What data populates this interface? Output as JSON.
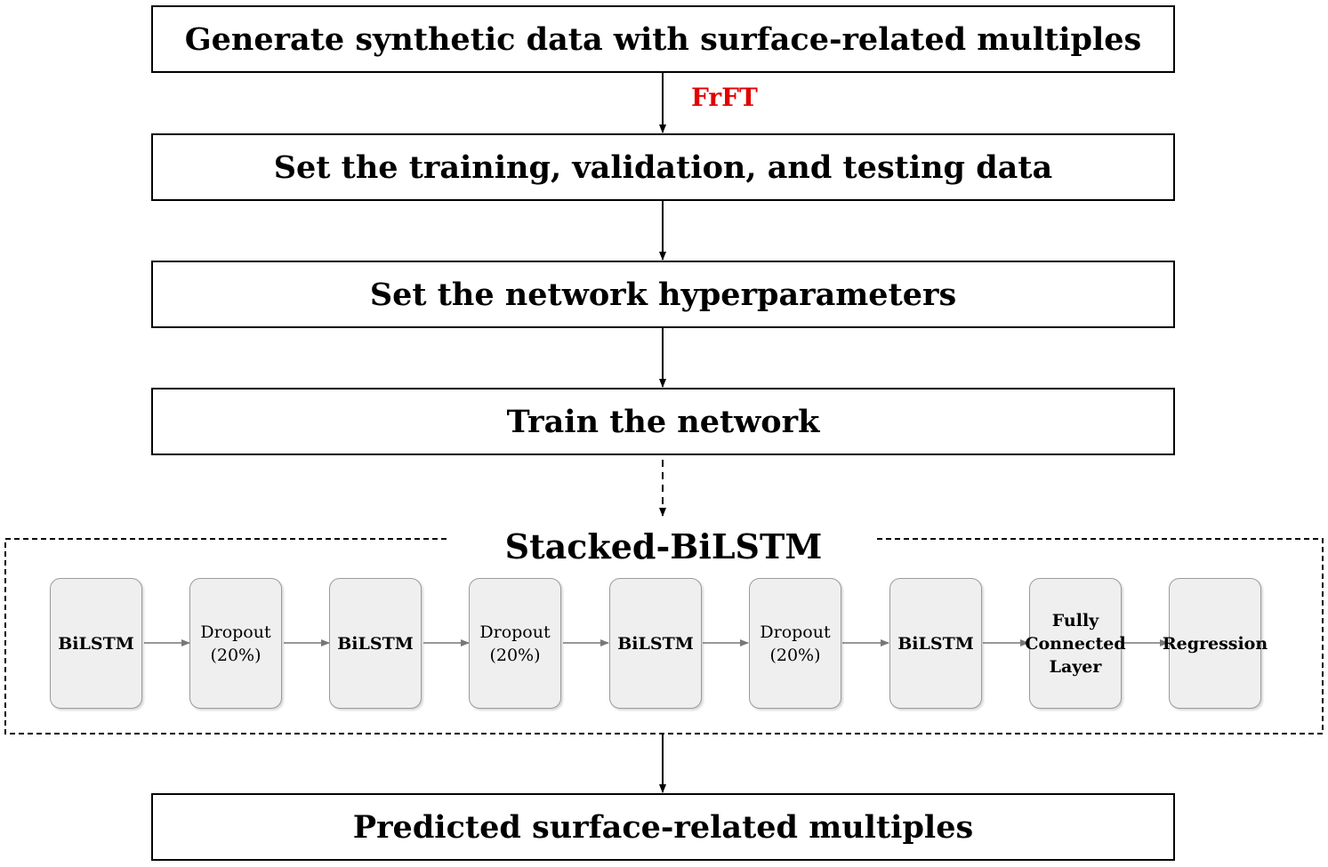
{
  "steps": [
    {
      "id": "generate",
      "label": "Generate synthetic data with surface-related multiples"
    },
    {
      "id": "split",
      "label": "Set the training, validation, and testing data"
    },
    {
      "id": "hyperparams",
      "label": "Set the network hyperparameters"
    },
    {
      "id": "train",
      "label": "Train the network"
    },
    {
      "id": "predict",
      "label": "Predicted surface-related multiples"
    }
  ],
  "arrow_labels": {
    "frft": "FrFT",
    "frft_color": "#e00000"
  },
  "stack": {
    "title": "Stacked-BiLSTM",
    "layers": [
      {
        "label": "BiLSTM",
        "bold": true
      },
      {
        "label": "Dropout\n(20%)",
        "bold": false
      },
      {
        "label": "BiLSTM",
        "bold": true
      },
      {
        "label": "Dropout\n(20%)",
        "bold": false
      },
      {
        "label": "BiLSTM",
        "bold": true
      },
      {
        "label": "Dropout\n(20%)",
        "bold": false
      },
      {
        "label": "BiLSTM",
        "bold": true
      },
      {
        "label": "Fully\nConnected\nLayer",
        "bold": true
      },
      {
        "label": "Regression",
        "bold": true
      }
    ]
  }
}
